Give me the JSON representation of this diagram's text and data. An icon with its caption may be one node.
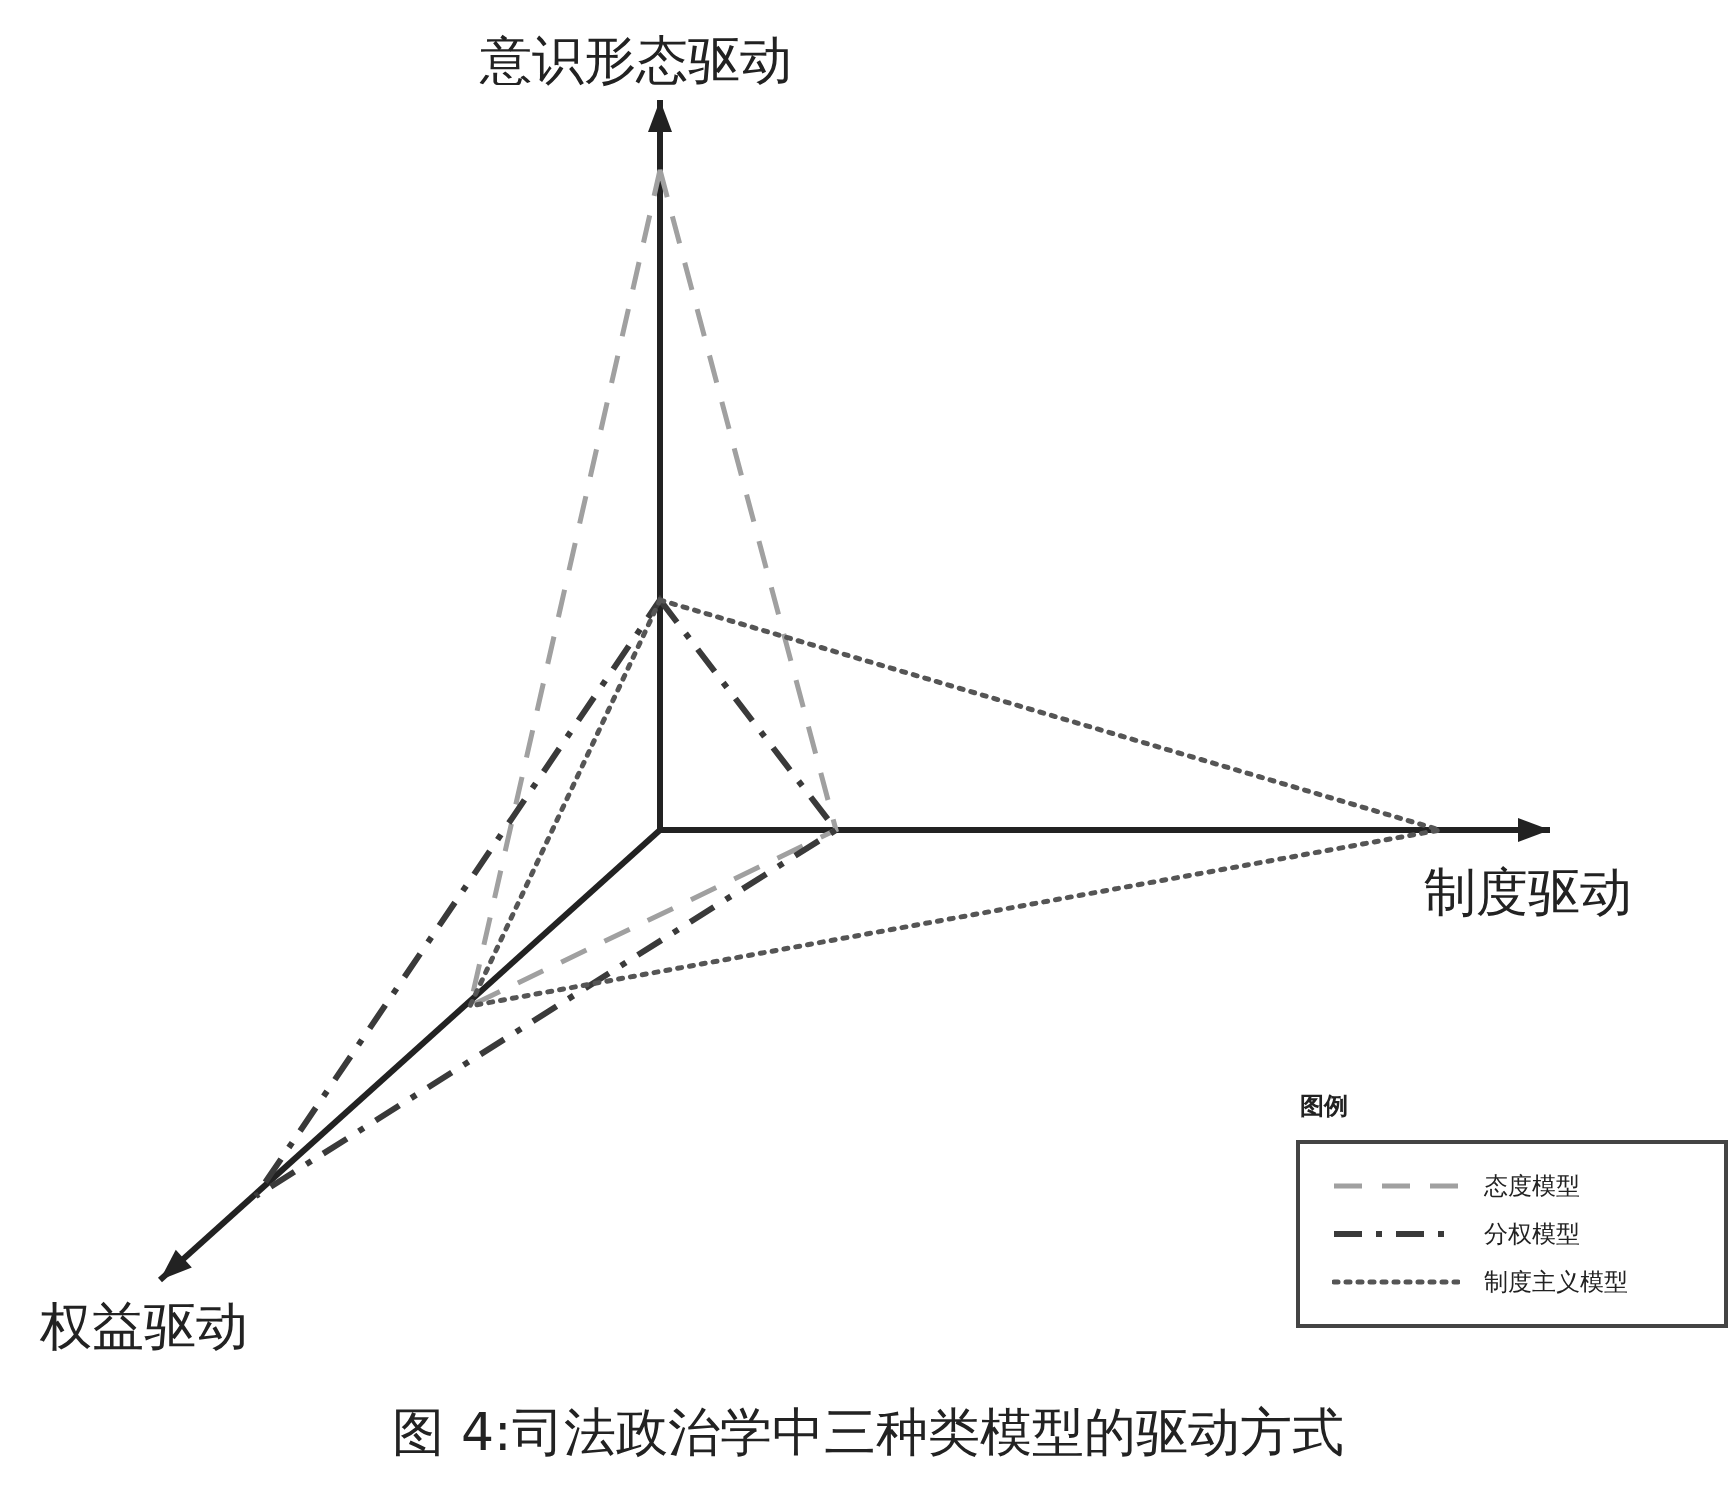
{
  "diagram": {
    "caption": "图 4:司法政治学中三种类模型的驱动方式",
    "labels": [
      "意识形态驱动",
      "制度驱动",
      "权益驱动",
      "图例"
    ],
    "legend": [
      {
        "text": "态度模型"
      },
      {
        "text": "分权模型"
      },
      {
        "text": "制度主义模型"
      }
    ]
  }
}
